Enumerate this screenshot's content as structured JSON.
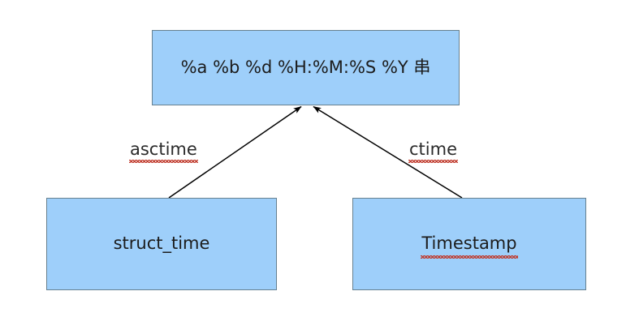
{
  "diagram": {
    "title": "time conversion diagram",
    "background_color": "#ffffff",
    "node_fill_color": "#9ecffa",
    "node_border_color": "#66808f",
    "edge_color": "#000000",
    "spellcheck_underline_color": "#c0392b",
    "nodes": [
      {
        "id": "format-string",
        "label": "%a %b %d %H:%M:%S %Y 串",
        "misspelled": false
      },
      {
        "id": "struct-time",
        "label": "struct_time",
        "misspelled": false
      },
      {
        "id": "timestamp",
        "label": "Timestamp",
        "misspelled": true
      }
    ],
    "edges": [
      {
        "id": "asctime",
        "label": "asctime",
        "from": "struct-time",
        "to": "format-string",
        "arrowhead": "filled-triangle",
        "misspelled": true
      },
      {
        "id": "ctime",
        "label": "ctime",
        "from": "timestamp",
        "to": "format-string",
        "arrowhead": "filled-triangle",
        "misspelled": true
      }
    ]
  }
}
